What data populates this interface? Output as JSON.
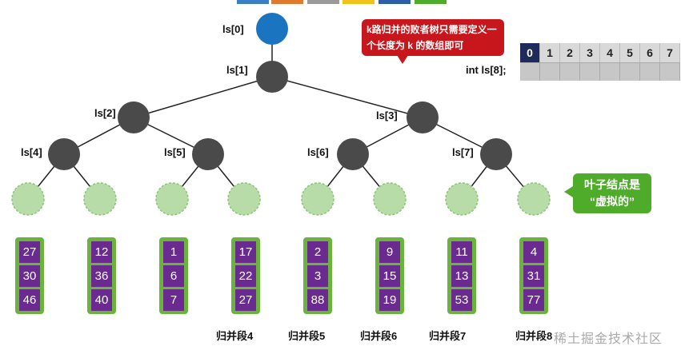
{
  "colors": {
    "root": "#1a74c0",
    "internal": "#4a4a4a",
    "leaf": "#b8dca8",
    "leaf_border": "#8ac47a",
    "segment_bg": "#6ab43e",
    "cell": "#6b2a8f",
    "red_callout": "#c8161d",
    "green_callout": "#4fac2b"
  },
  "top_bar_colors": [
    "#3a7fc4",
    "#e07a2e",
    "#9a9a9a",
    "#f2c21b",
    "#2d5fa8",
    "#4fac2b"
  ],
  "tree": {
    "root_label": "ls[0]",
    "node_labels": [
      "ls[1]",
      "ls[2]",
      "ls[3]",
      "ls[4]",
      "ls[5]",
      "ls[6]",
      "ls[7]"
    ]
  },
  "callouts": {
    "red_text": "k路归并的败者树只需要定义一个长度为 k 的数组即可",
    "green_line1": "叶子结点是",
    "green_line2": "“虚拟的”"
  },
  "array": {
    "label": "int ls[8];",
    "indices": [
      "0",
      "1",
      "2",
      "3",
      "4",
      "5",
      "6",
      "7"
    ]
  },
  "segments": [
    {
      "values": [
        "27",
        "30",
        "46"
      ],
      "label": ""
    },
    {
      "values": [
        "12",
        "36",
        "40"
      ],
      "label": ""
    },
    {
      "values": [
        "1",
        "6",
        "7"
      ],
      "label": ""
    },
    {
      "values": [
        "17",
        "22",
        "27"
      ],
      "label": "归并段4"
    },
    {
      "values": [
        "2",
        "3",
        "88"
      ],
      "label": "归并段5"
    },
    {
      "values": [
        "9",
        "15",
        "19"
      ],
      "label": "归并段6"
    },
    {
      "values": [
        "11",
        "13",
        "53"
      ],
      "label": "归并段7"
    },
    {
      "values": [
        "4",
        "31",
        "77"
      ],
      "label": "归并段8"
    }
  ],
  "watermark": "稀土掘金技术社区"
}
